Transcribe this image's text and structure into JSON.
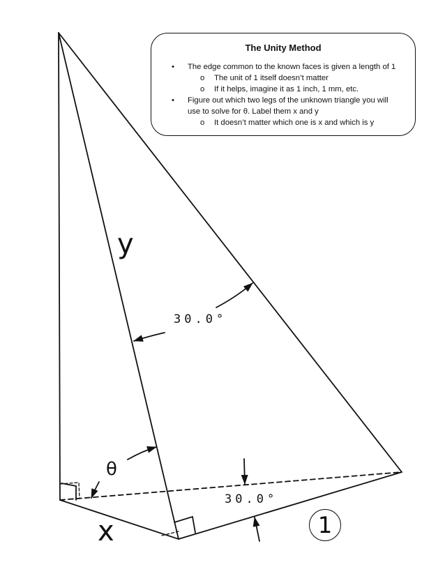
{
  "note": {
    "title": "The Unity Method",
    "bullets": [
      {
        "marker": "•",
        "text": "The edge common to the known faces is given a length of 1"
      },
      {
        "marker": "o",
        "text": "The unit of 1 itself doesn’t matter",
        "sub": true
      },
      {
        "marker": "o",
        "text": "If it helps, imagine it as 1 inch, 1 mm, etc.",
        "sub": true
      },
      {
        "marker": "•",
        "text": "Figure out which two legs of the unknown triangle you will"
      },
      {
        "marker": "",
        "text": "use to solve for θ. Label them x and y"
      },
      {
        "marker": "o",
        "text": "It doesn’t matter which one is x and which is y",
        "sub": true
      }
    ]
  },
  "labels": {
    "y": "y",
    "x": "x",
    "theta": "θ",
    "angle_top": "30.0°",
    "angle_bottom": "30.0°",
    "unit_edge": "1"
  }
}
